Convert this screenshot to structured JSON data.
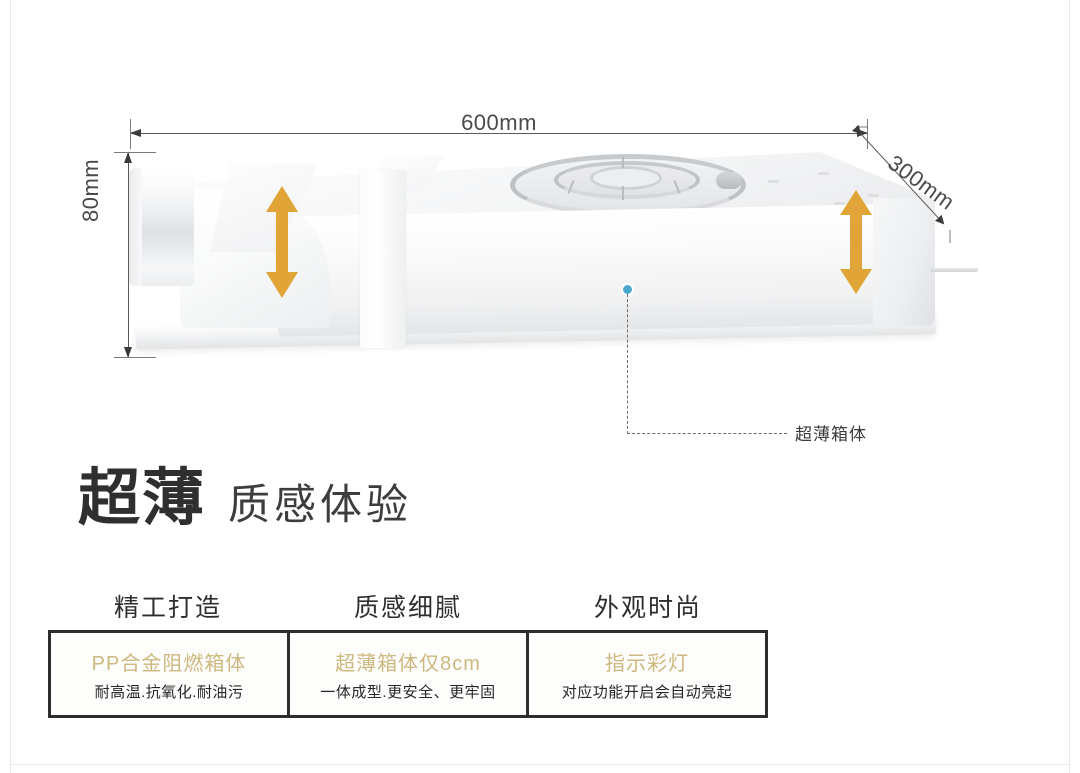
{
  "hero": {
    "product_name": "ultra-thin-ceiling-heater-unit",
    "dimensions": {
      "width_label": "600mm",
      "height_label": "80mm",
      "depth_label": "300mm"
    },
    "callout": {
      "label": "超薄箱体",
      "dot_color": "#4ba8cc"
    },
    "arrow_color": "#e0a536",
    "arrows": [
      {
        "name": "thickness-arrow-left"
      },
      {
        "name": "thickness-arrow-right"
      }
    ]
  },
  "headline": {
    "strong": "超薄",
    "light": "质感体验"
  },
  "features": {
    "headings": [
      "精工打造",
      "质感细腻",
      "外观时尚"
    ],
    "boxes": [
      {
        "title": "PP合金阻燃箱体",
        "subtitle": "耐高温.抗氧化.耐油污"
      },
      {
        "title": "超薄箱体仅8cm",
        "subtitle": "一体成型.更安全、更牢固"
      },
      {
        "title": "指示彩灯",
        "subtitle": "对应功能开启会自动亮起"
      }
    ],
    "title_color": "#cdb87f",
    "border_color": "#2d2d2d"
  }
}
